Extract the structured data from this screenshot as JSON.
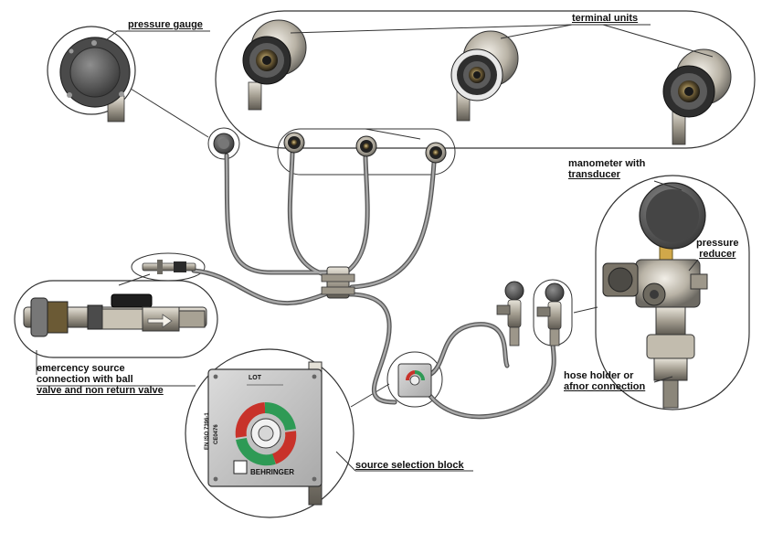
{
  "labels": {
    "pressure_gauge": "pressure gauge",
    "terminal_units": "terminal units",
    "manometer_line1": "manometer with",
    "manometer_line2": "transducer",
    "pressure_reducer_line1": "pressure",
    "pressure_reducer_line2": "reducer",
    "emergency_line1": "emercency source",
    "emergency_line2": "connection with ball",
    "emergency_line3": "valve and non return valve",
    "hose_holder_line1": "hose holder or",
    "hose_holder_line2": "afnor connection",
    "source_selection": "source selection block"
  },
  "panel": {
    "lot": "LOT",
    "brand": "BEHRINGER",
    "standard": "EN ISO 7396-1",
    "ce_mark": "CE0476"
  },
  "colors": {
    "hose": "#8a8a8a",
    "metal": "#b9b3a6",
    "dark": "#3a3a3a",
    "green": "#2e9a55",
    "red": "#c8322a",
    "brass": "#d1a84a"
  }
}
